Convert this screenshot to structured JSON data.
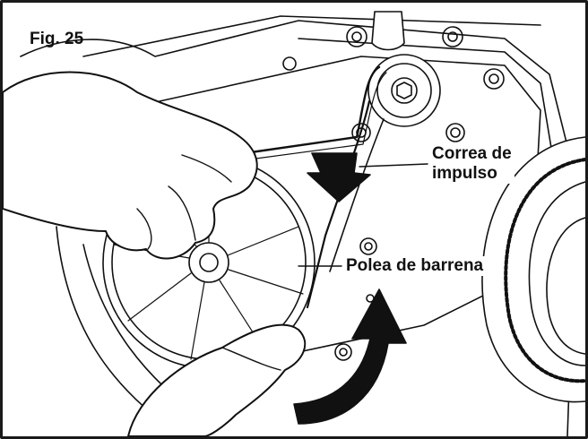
{
  "figure": {
    "label": "Fig. 25",
    "callouts": {
      "drive_belt_line1": "Correa de",
      "drive_belt_line2": "impulso",
      "auger_pulley": "Polea de barrena"
    }
  },
  "colors": {
    "ink": "#111111",
    "fill": "#ffffff",
    "shade": "#d9d9d9"
  }
}
